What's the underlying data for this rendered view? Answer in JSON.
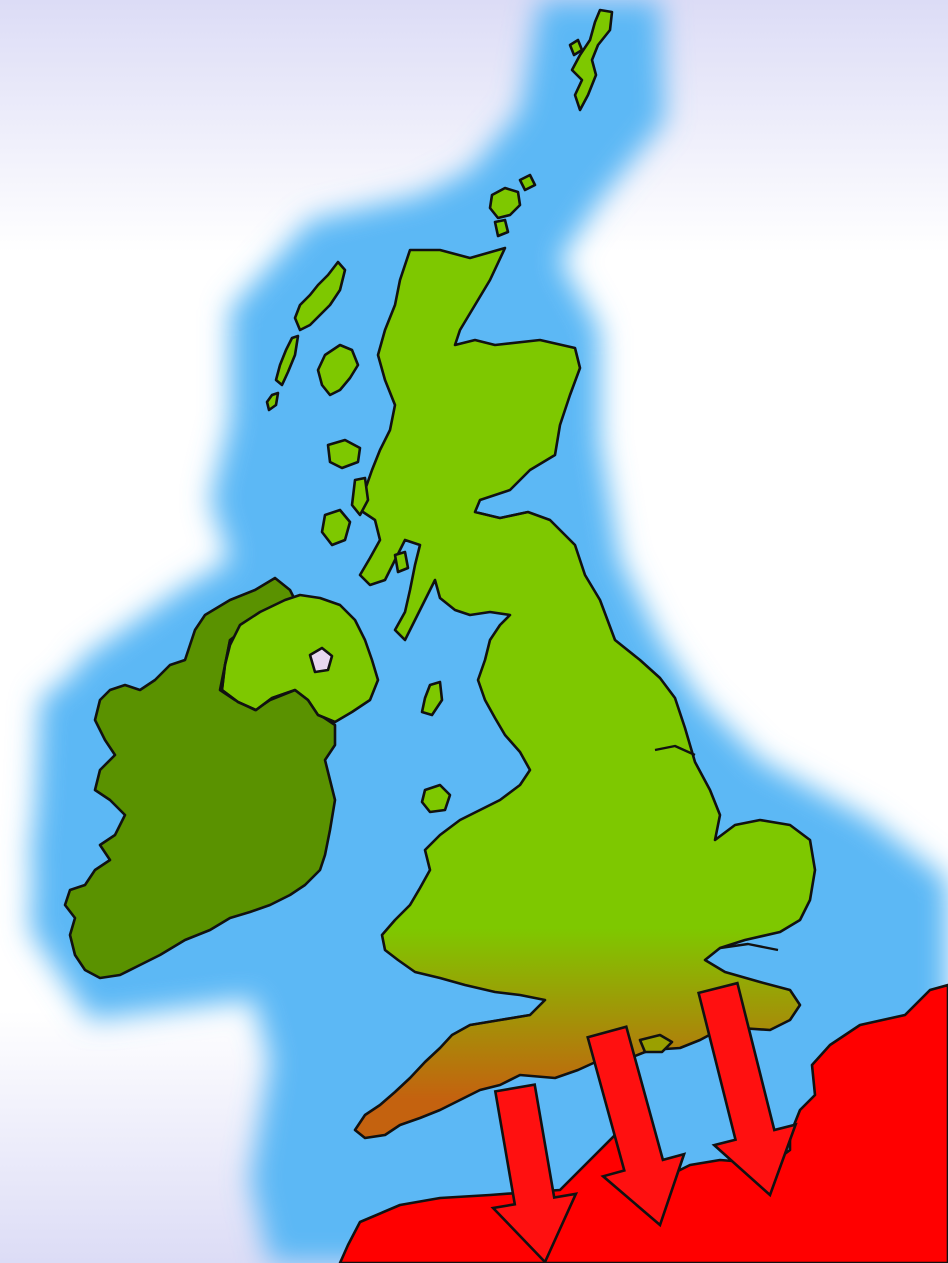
{
  "map": {
    "colors": {
      "background_top": "#dcdcf6",
      "background_mid": "#ffffff",
      "sea_glow": "#5bb8f5",
      "great_britain": "#7ec800",
      "great_britain_south": "#c4620f",
      "ireland": "#5a9200",
      "northern_ireland": "#7ec800",
      "continent": "#ff0000",
      "arrows": "#ff1010",
      "outline": "#111111"
    },
    "regions": [
      "great-britain",
      "ireland",
      "northern-ireland",
      "shetland",
      "orkney",
      "outer-hebrides",
      "inner-hebrides",
      "isle-of-man",
      "anglesey",
      "isle-of-wight",
      "continental-europe"
    ],
    "arrow_count": 3,
    "arrow_direction": "south",
    "icons": [
      "down-arrow-icon",
      "down-arrow-icon",
      "down-arrow-icon"
    ]
  }
}
